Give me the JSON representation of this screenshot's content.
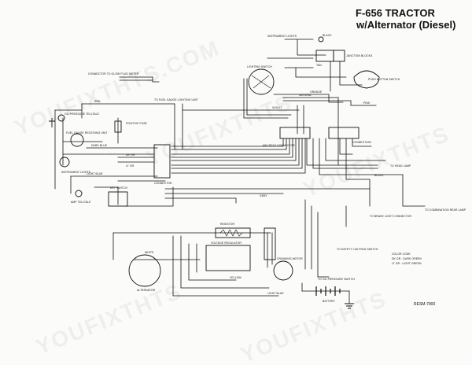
{
  "header": {
    "title_line1": "F-656 TRACTOR",
    "title_line2": "w/Alternator (Diesel)"
  },
  "watermark": {
    "text": "YOUFIXTHTS.COM",
    "text_alt": "YOUFIXTHTS"
  },
  "labels": {
    "instrument_lights": "INSTRUMENT LIGHTS",
    "black": "BLACK",
    "junction_blocks": "JUNCTION BLOCKS",
    "connector_glow_plug": "CONNECTOR TO GLOW PLUG METER",
    "lighting_switch": "LIGHTING SWITCH",
    "push_button_switch": "PUSH BUTTON SWITCH",
    "to_fuel_gauge": "TO FUEL GAUGE LIGHTING UNIT",
    "oil_pressure": "OIL PRESSURE TELLTALE",
    "positive_fuse": "POSITIVE FUSE",
    "fuel_gauge": "FUEL GAUGE RECEIVING UNIT",
    "instrument_lights2": "INSTRUMENT LIGHTS",
    "key_switch": "KEY SWITCH",
    "amp_telltale": "AMP TELLTALE",
    "multiple_connector": "MULTIPLE CONNECTOR",
    "connection": "CONNECTION",
    "connector": "CONNECTOR",
    "to_head_lamp": "TO HEAD LAMP",
    "to_combination_rear_lamp": "TO COMBINATION REAR LAMP",
    "to_brake_light_connector": "TO BRAKE LIGHT CONNECTOR",
    "to_safety_switch": "TO SAFETY LIGHTING SWITCH",
    "resistor": "RESISTOR",
    "voltage_regulator": "VOLTAGE REGULATOR",
    "cranking_motor": "CRANKING MOTOR",
    "alternator": "ALTERNATOR",
    "to_oil_pressure_switch": "TO OIL PRESSURE SWITCH",
    "battery": "BATTERY",
    "color_code_title": "COLOR CODE",
    "color_code_dk": "DK GR - DARK GREEN",
    "color_code_lt": "LT GR - LIGHT GREEN",
    "diagram_ref": "RESM-7900"
  },
  "wire_labels": {
    "red": "RED",
    "tan": "TAN",
    "pink": "PINK",
    "orange": "ORANGE",
    "natural": "NATURAL",
    "violet": "VIOLET",
    "yellow": "YELLOW",
    "gray": "GRAY",
    "white": "WHITE",
    "light_blue": "LIGHT BLUE",
    "dark_blue": "DARK BLUE",
    "dk_gr": "DK GR",
    "lt_gr": "LT GR",
    "black": "BLACK"
  },
  "colors": {
    "ink": "#111111",
    "paper": "#fbfbfa"
  }
}
